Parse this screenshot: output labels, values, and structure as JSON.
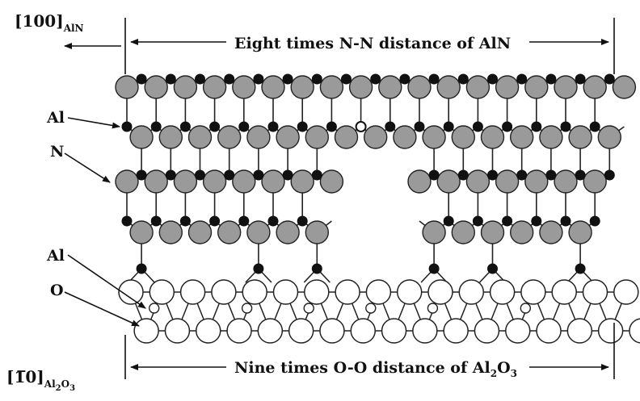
{
  "labels": {
    "top_direction_main": "[100]",
    "top_direction_sub": "AlN",
    "top_span": "Eight times N-N distance of AlN",
    "bottom_direction_main": "[1̅0]",
    "bottom_direction_sub": "Al",
    "bottom_direction_sub2": "2",
    "bottom_direction_sub3": "O",
    "bottom_direction_sub4": "3",
    "bottom_span_pre": "Nine times O-O distance of Al",
    "bottom_span_sub": "2",
    "bottom_span_post": "O",
    "bottom_span_sub2": "3",
    "atom_al_top": "Al",
    "atom_n": "N",
    "atom_al_bottom": "Al",
    "atom_o": "O"
  },
  "colors": {
    "nitrogen_fill": "#9a9a9a",
    "aluminum_fill": "#111111",
    "oxygen_fill": "#ffffff"
  }
}
